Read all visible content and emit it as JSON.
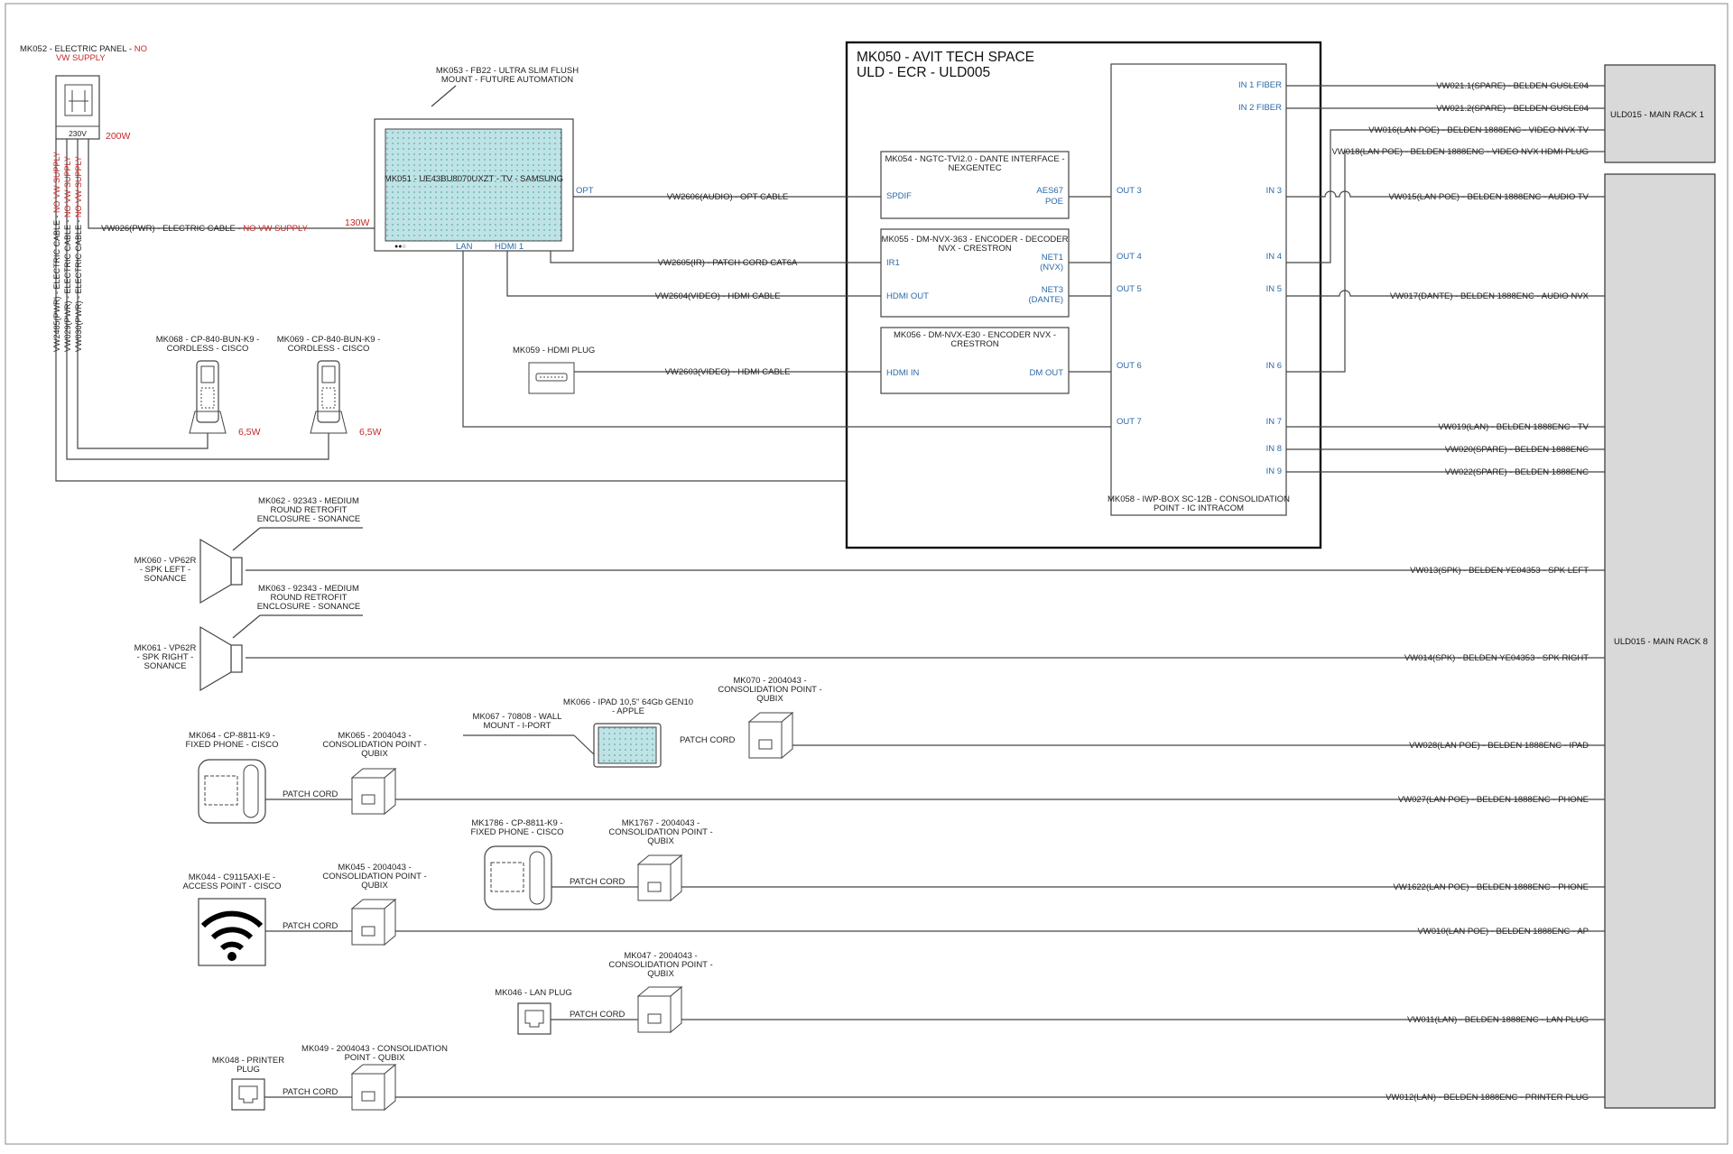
{
  "room": {
    "line1": "MK050 - AVIT TECH SPACE",
    "line2": "ULD - ECR - ULD005"
  },
  "racks": {
    "rack1": "ULD015 - MAIN RACK 1",
    "rack8": "ULD015 - MAIN RACK 8"
  },
  "panel": {
    "line1a": "MK052 - ELECTRIC PANEL - ",
    "line1b": "NO",
    "line2": "VW SUPPLY",
    "voltage": "230V",
    "watts": "200W",
    "cable_a": "VW026(PWR) - ELECTRIC CABLE - ",
    "cable_b": "NO VW SUPPLY",
    "cable_watts": "130W",
    "vcables": [
      {
        "a": "VW2485(PWR) - ELECTRIC CABLE - ",
        "b": "NO VW SUPPLY"
      },
      {
        "a": "VW029(PWR) - ELECTRIC CABLE - ",
        "b": "NO VW SUPPLY"
      },
      {
        "a": "VW030(PWR) - ELECTRIC CABLE - ",
        "b": "NO VW SUPPLY"
      }
    ]
  },
  "tv": {
    "mount1": "MK053 - FB22 - ULTRA SLIM FLUSH",
    "mount2": "MOUNT - FUTURE AUTOMATION",
    "label": "MK051 - UE43BU8070UXZT - TV - SAMSUNG",
    "opt": "OPT",
    "lan": "LAN",
    "hdmi": "HDMI 1",
    "dots": "●●○"
  },
  "dev054": {
    "line1": "MK054 - NGTC-TVI2.0 - DANTE INTERFACE -",
    "line2": "NEXGENTEC",
    "spdif": "SPDIF",
    "aes1": "AES67",
    "aes2": "POE"
  },
  "dev055": {
    "line1": "MK055 - DM-NVX-363 - ENCODER - DECODER",
    "line2": "NVX - CRESTRON",
    "ir": "IR1",
    "hdmiout": "HDMI OUT",
    "net1a": "NET1",
    "net1b": "(NVX)",
    "net3a": "NET3",
    "net3b": "(DANTE)"
  },
  "dev056": {
    "line1": "MK056 - DM-NVX-E30 - ENCODER NVX -",
    "line2": "CRESTRON",
    "hdmiin": "HDMI IN",
    "dmout": "DM OUT"
  },
  "iwp": {
    "line1": "MK058 - IWP-BOX SC-12B - CONSOLIDATION",
    "line2": "POINT - IC INTRACOM",
    "in1": "IN 1 FIBER",
    "in2": "IN 2 FIBER",
    "out3": "OUT 3",
    "in3": "IN 3",
    "out4": "OUT 4",
    "in4": "IN 4",
    "out5": "OUT 5",
    "in5": "IN 5",
    "out6": "OUT 6",
    "in6": "IN 6",
    "out7": "OUT 7",
    "in7": "IN 7",
    "in8": "IN 8",
    "in9": "IN 9"
  },
  "hdmiplug": "MK059 - HDMI PLUG",
  "cables": {
    "opt": "VW2606(AUDIO) - OPT CABLE",
    "ir": "VW2605(IR) - PATCH CORD CAT6A",
    "hdmi1": "VW2604(VIDEO) - HDMI CABLE",
    "hdmi2": "VW2603(VIDEO) - HDMI CABLE",
    "vw021_1": "VW021.1(SPARE) - BELDEN GUSLE04",
    "vw021_2": "VW021.2(SPARE) - BELDEN GUSLE04",
    "vw016": "VW016(LAN POE) - BELDEN 1888ENC - VIDEO NVX TV",
    "vw018": "VW018(LAN POE) - BELDEN 1888ENC - VIDEO NVX HDMI PLUG",
    "vw015": "VW015(LAN POE) - BELDEN 1888ENC - AUDIO TV",
    "vw017": "VW017(DANTE) - BELDEN 1888ENC - AUDIO NVX",
    "vw019": "VW019(LAN) - BELDEN 1888ENC - TV",
    "vw020": "VW020(SPARE) - BELDEN 1888ENC",
    "vw022": "VW022(SPARE) - BELDEN 1888ENC",
    "vw013": "VW013(SPK) - BELDEN YE04353 - SPK LEFT",
    "vw014": "VW014(SPK) - BELDEN YE04353 - SPK RIGHT",
    "vw028": "VW028(LAN POE) - BELDEN 1888ENC - IPAD",
    "vw027": "VW027(LAN POE) - BELDEN 1888ENC - PHONE",
    "vw1622": "VW1622(LAN POE) - BELDEN 1888ENC - PHONE",
    "vw010": "VW010(LAN POE) - BELDEN 1888ENC - AP",
    "vw011": "VW011(LAN) - BELDEN 1888ENC - LAN PLUG",
    "vw012": "VW012(LAN) - BELDEN 1888ENC - PRINTER PLUG",
    "patch": "PATCH CORD"
  },
  "cordless": [
    {
      "line1": "MK068 - CP-840-BUN-K9 -",
      "line2": "CORDLESS - CISCO",
      "watts": "6,5W"
    },
    {
      "line1": "MK069 - CP-840-BUN-K9 -",
      "line2": "CORDLESS - CISCO",
      "watts": "6,5W"
    }
  ],
  "speakers": [
    {
      "enc1": "MK062 - 92343 - MEDIUM",
      "enc2": "ROUND RETROFIT",
      "enc3": "ENCLOSURE - SONANCE",
      "l1": "MK060 - VP62R",
      "l2": "- SPK LEFT -",
      "l3": "SONANCE"
    },
    {
      "enc1": "MK063 - 92343 - MEDIUM",
      "enc2": "ROUND RETROFIT",
      "enc3": "ENCLOSURE - SONANCE",
      "l1": "MK061 - VP62R",
      "l2": "- SPK RIGHT -",
      "l3": "SONANCE"
    }
  ],
  "ipad": {
    "mount1": "MK067 - 70808 - WALL",
    "mount2": "MOUNT - I-PORT",
    "l1": "MK066 - IPAD 10,5\" 64Gb GEN10",
    "l2": "- APPLE"
  },
  "cp070": {
    "l1": "MK070 - 2004043 -",
    "l2": "CONSOLIDATION POINT -",
    "l3": "QUBIX"
  },
  "phone064": {
    "l1": "MK064 - CP-8811-K9 -",
    "l2": "FIXED PHONE - CISCO"
  },
  "cp065": {
    "l1": "MK065 - 2004043 -",
    "l2": "CONSOLIDATION POINT -",
    "l3": "QUBIX"
  },
  "phone1786": {
    "l1": "MK1786 - CP-8811-K9 -",
    "l2": "FIXED PHONE - CISCO"
  },
  "cp1767": {
    "l1": "MK1767 - 2004043 -",
    "l2": "CONSOLIDATION POINT -",
    "l3": "QUBIX"
  },
  "ap044": {
    "l1": "MK044 - C9115AXI-E -",
    "l2": "ACCESS POINT - CISCO"
  },
  "cp045": {
    "l1": "MK045 - 2004043 -",
    "l2": "CONSOLIDATION POINT -",
    "l3": "QUBIX"
  },
  "cp047": {
    "l1": "MK047 - 2004043 -",
    "l2": "CONSOLIDATION POINT -",
    "l3": "QUBIX"
  },
  "lan046": "MK046 - LAN PLUG",
  "printer048": {
    "l1": "MK048 - PRINTER",
    "l2": "PLUG"
  },
  "cp049": {
    "l1": "MK049 - 2004043 - CONSOLIDATION",
    "l2": "POINT - QUBIX"
  },
  "colors": {
    "line": "#444444",
    "port": "#2a6aa8",
    "warning": "#c62828",
    "rack": "#d9d9d9",
    "screen": "#9fd3d6"
  }
}
